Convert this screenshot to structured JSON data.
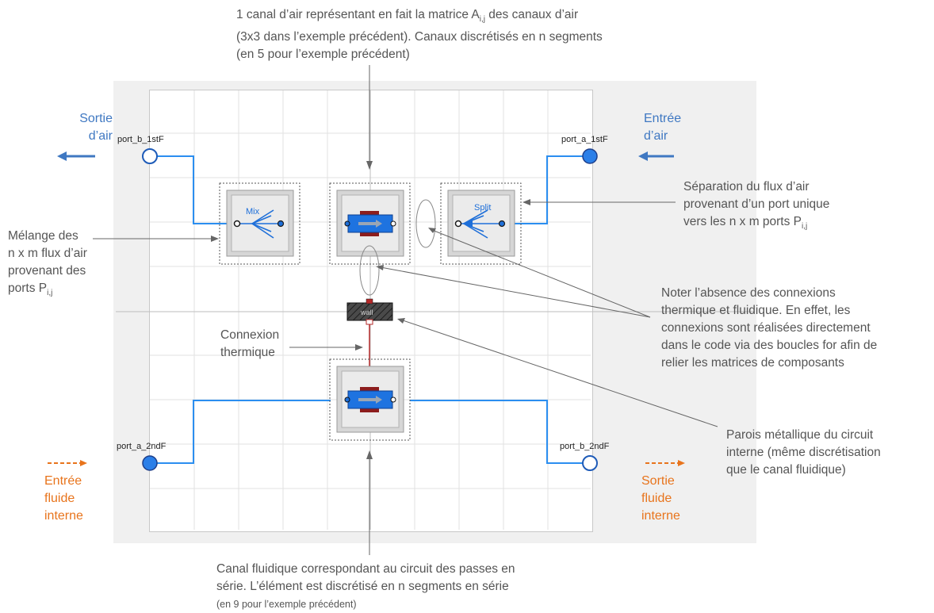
{
  "ports": {
    "b_1stF": "port_b_1stF",
    "a_1stF": "port_a_1stF",
    "a_2ndF": "port_a_2ndF",
    "b_2ndF": "port_b_2ndF"
  },
  "components": {
    "mix": "Mix",
    "split": "Split",
    "wall": "wall"
  },
  "flows": {
    "air_out": [
      "Sortie",
      "d’air"
    ],
    "air_in": [
      "Entrée",
      "d’air"
    ],
    "fluid_in": [
      "Entrée",
      "fluide",
      "interne"
    ],
    "fluid_out": [
      "Sortie",
      "fluide",
      "interne"
    ]
  },
  "annotations": {
    "top": {
      "line1_pre": "1 canal d’air représentant en fait la matrice A",
      "line1_sub": "i,j",
      "line1_post": " des canaux d’air",
      "line2": "(3x3 dans l’exemple précédent). Canaux discrétisés en n segments",
      "line3": "(en 5 pour l’exemple précédent)"
    },
    "mixing": {
      "line1": "Mélange des",
      "line2": "n x m flux d’air",
      "line3": "provenant des",
      "line4_pre": "ports P",
      "line4_sub": "i,j"
    },
    "separation": {
      "line1": "Séparation du flux d’air",
      "line2": "provenant d’un port unique",
      "line3_pre": "vers les  n x m ports P",
      "line3_sub": "i,j"
    },
    "note": {
      "line1": "Noter l’absence des connexions",
      "line2": "thermique et fluidique.  En effet, les",
      "line3": "connexions sont réalisées directement",
      "line4": "dans le code via des boucles for afin de",
      "line5": "relier les matrices de composants"
    },
    "thermal": {
      "line1": "Connexion",
      "line2": "thermique"
    },
    "wall_desc": {
      "line1": "Parois métallique du circuit",
      "line2": "interne (même discrétisation",
      "line3": "que le canal fluidique)"
    },
    "bottom": {
      "line1": "Canal fluidique  correspondant au circuit des passes en",
      "line2": "série. L’élément est discrétisé en n segments en série",
      "line3": "(en 9 pour l’exemple précédent)"
    }
  },
  "colors": {
    "air": "#3f78c2",
    "fluid": "#e8741c",
    "wire": "#2b8ef0",
    "thermal": "#b52a2a",
    "text": "#555555"
  }
}
